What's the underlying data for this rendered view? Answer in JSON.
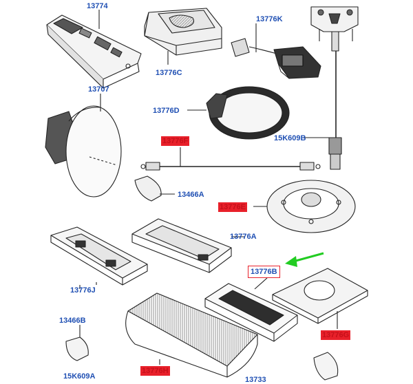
{
  "colors": {
    "label": "#1f4fb3",
    "highlight_fill": "#e8202a",
    "highlight_text": "#c6101a",
    "callout_arrow": "#22cc22",
    "line": "#222222"
  },
  "parts": [
    {
      "id": "13774",
      "label": "13774",
      "style": "plain"
    },
    {
      "id": "13776C",
      "label": "13776C",
      "style": "plain"
    },
    {
      "id": "13776K",
      "label": "13776K",
      "style": "plain"
    },
    {
      "id": "13707",
      "label": "13707",
      "style": "plain"
    },
    {
      "id": "13776D",
      "label": "13776D",
      "style": "plain"
    },
    {
      "id": "15K609B",
      "label": "15K609B",
      "style": "plain"
    },
    {
      "id": "13776F",
      "label": "13776F",
      "style": "highlighted"
    },
    {
      "id": "13466A",
      "label": "13466A",
      "style": "plain"
    },
    {
      "id": "13776E",
      "label": "13776E",
      "style": "highlighted"
    },
    {
      "id": "13776A",
      "label": "13776A",
      "style": "plain"
    },
    {
      "id": "13776J",
      "label": "13776J",
      "style": "plain"
    },
    {
      "id": "13776B",
      "label": "13776B",
      "style": "boxed"
    },
    {
      "id": "13466B",
      "label": "13466B",
      "style": "plain"
    },
    {
      "id": "13776G",
      "label": "13776G",
      "style": "highlighted"
    },
    {
      "id": "13776H",
      "label": "13776H",
      "style": "highlighted"
    },
    {
      "id": "15K609A",
      "label": "15K609A",
      "style": "plain"
    },
    {
      "id": "13733",
      "label": "13733",
      "style": "plain"
    }
  ],
  "callout": {
    "points_to": "13776B",
    "icon": "green-arrow-icon"
  }
}
